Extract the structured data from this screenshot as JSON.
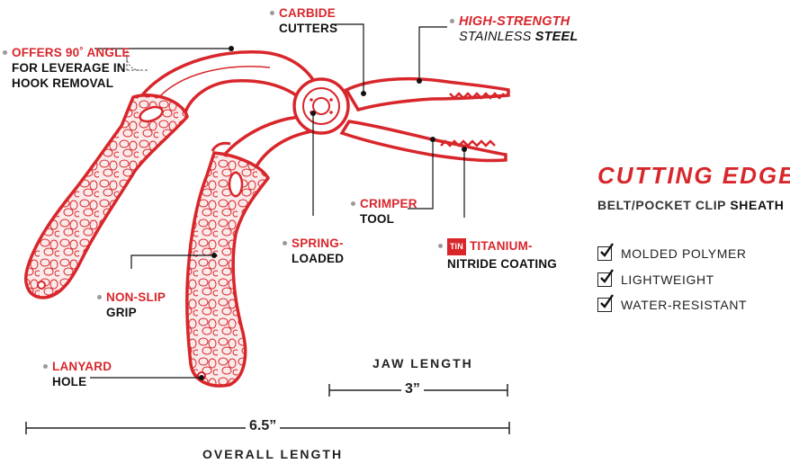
{
  "callouts": {
    "carbide": {
      "line1": "CARBIDE",
      "line2": "CUTTERS"
    },
    "high_strength": {
      "line1": "HIGH-STRENGTH",
      "line2a": "STAINLESS ",
      "line2b": "STEEL"
    },
    "offers_angle": {
      "line1": "OFFERS 90˚ ANGLE",
      "line2": "FOR LEVERAGE IN",
      "line3": "HOOK REMOVAL"
    },
    "crimper": {
      "line1": "CRIMPER",
      "line2": "TOOL"
    },
    "spring": {
      "line1": "SPRING-",
      "line2": "LOADED"
    },
    "titanium": {
      "badge": "TiN",
      "line1": "TITANIUM-",
      "line2": "NITRIDE COATING"
    },
    "non_slip": {
      "line1": "NON-SLIP",
      "line2": "GRIP"
    },
    "lanyard": {
      "line1": "LANYARD",
      "line2": "HOLE"
    }
  },
  "feature_panel": {
    "title": "CUTTING EDGE",
    "subtitle_a": "BELT/POCKET CLIP ",
    "subtitle_b": "SHEATH",
    "features": [
      "MOLDED POLYMER",
      "LIGHTWEIGHT",
      "WATER-RESISTANT"
    ]
  },
  "dimensions": {
    "jaw_label": "JAW LENGTH",
    "jaw_value": "3”",
    "overall_value": "6.5”",
    "overall_label": "OVERALL LENGTH"
  },
  "colors": {
    "accent": "#d8262b",
    "text": "#111111",
    "grip_fill": "#f6dede"
  }
}
